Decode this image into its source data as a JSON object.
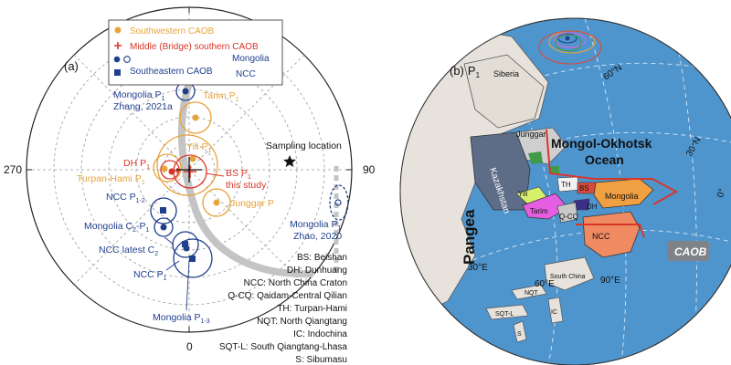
{
  "panel_a": {
    "label": "(a)",
    "legend": {
      "southwestern": "Southwestern CAOB",
      "middle": "Middle (Bridge) southern CAOB",
      "southeastern": "Southeastern CAOB",
      "mongolia": "Mongolia",
      "ncc": "NCC"
    },
    "axis": {
      "top": "",
      "right": "90",
      "bottom": "0",
      "left": "270"
    },
    "sampling": "Sampling location",
    "labels": {
      "mongolia_zhang_1": "Mongolia P",
      "mongolia_zhang_sub": "1",
      "mongolia_zhang_2": "Zhang, 2021a",
      "tarim": "Tarim P",
      "tarim_sub": "1",
      "yili": "Yili P",
      "yili_sub": "1",
      "dh": "DH P",
      "dh_sub": "1",
      "turpan": "Turpan-Hami P",
      "turpan_sub": "1",
      "bs": "BS P",
      "bs_sub": "1",
      "bs_2": "this study",
      "junggar": "Junggar P",
      "ncc_p12": "NCC P",
      "ncc_p12_sub": "1-2",
      "mong_c2p1": "Mongolia C",
      "mong_c2p1_sub1": "2",
      "mong_c2p1_mid": "-P",
      "mong_c2p1_sub2": "1",
      "ncc_latest": "NCC latest C",
      "ncc_latest_sub": "2",
      "ncc_p1": "NCC P",
      "ncc_p1_sub": "1",
      "mong_p13": "Mongolia P",
      "mong_p13_sub": "1-3",
      "mong_zhao_1": "Mongolia P",
      "mong_zhao_sub": "1",
      "mong_zhao_2": "Zhao, 2020"
    },
    "colors": {
      "orange": "#e8a33a",
      "red": "#d9362b",
      "blue": "#1f3f8c"
    }
  },
  "abbreviations": [
    "BS: Beishan",
    "DH: Dunhuang",
    "NCC: North China Craton",
    "Q-CQ: Qaidam-Central Qilian",
    "TH: Turpan-Hami",
    "NQT: North Qiangtang",
    "IC: Indochina",
    "SQT-L: South Qiangtang-Lhasa",
    "S: Sibumasu"
  ],
  "panel_b": {
    "label": "(b)",
    "period": "P",
    "period_sub": "1",
    "siberia": "Siberia",
    "junggar": "Junggar",
    "kazakhstan": "Kazakhstan",
    "mongol_okhotsk": "Mongol-Okhotsk",
    "ocean": "Ocean",
    "th": "TH",
    "bs": "BS",
    "mongolia": "Mongolia",
    "yili": "Yili",
    "tarim": "Tarim",
    "qcq": "Q-CQ",
    "dh": "DH",
    "ncc": "NCC",
    "pangea": "Pangea",
    "caob": "CAOB",
    "south_china": "South China",
    "nqt": "NQT",
    "sqtl": "SQT-L",
    "ic": "IC",
    "s": "S",
    "lat60": "60°N",
    "lat30": "30°N",
    "lat0": "0°",
    "lon30": "30°E",
    "lon60": "60°E",
    "lon90": "90°E"
  }
}
